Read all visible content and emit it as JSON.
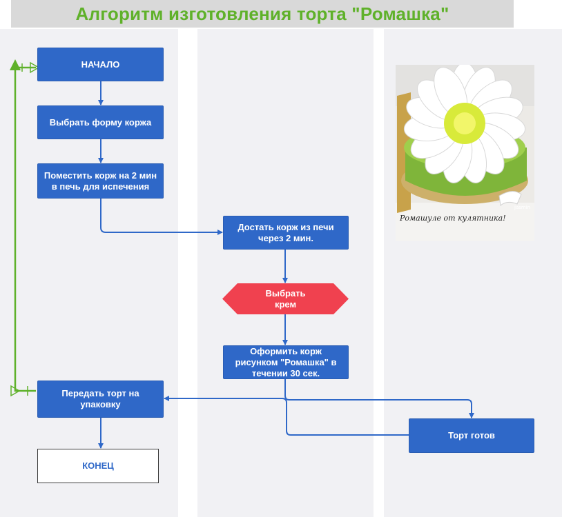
{
  "title": "Алгоритм изготовления торта \"Ромашка\"",
  "colors": {
    "title": "#5fb12a",
    "process": "#2f68c8",
    "decision": "#f0414f",
    "connector": "#2f68c8",
    "loop": "#5fb12a",
    "lane": "#f1f1f4"
  },
  "nodes": {
    "start": "НАЧАЛО",
    "choose_form": "Выбрать форму коржа",
    "put_in_oven": "Поместить корж на 2 мин в печь для испечения",
    "take_out": "Достать корж из печи через 2 мин.",
    "choose_cream": "Выбрать крем",
    "decorate": "Оформить корж рисунком \"Ромашка\" в течении 30 сек.",
    "cake_ready": "Торт готов",
    "hand_over": "Передать торт на упаковку",
    "end": "КОНЕЦ"
  },
  "image": {
    "caption": "Ромашуле от кулятника!",
    "watermark": "jasmin"
  }
}
